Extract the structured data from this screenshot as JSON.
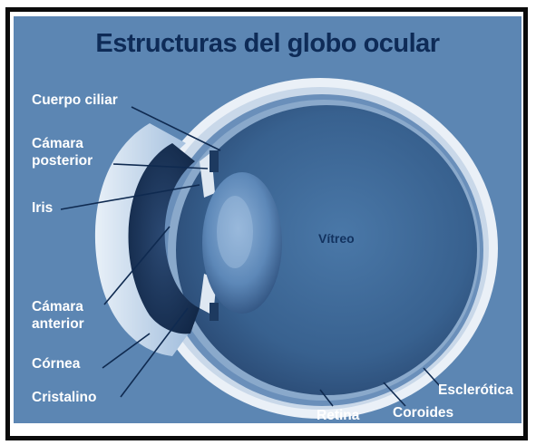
{
  "title": "Estructuras del globo ocular",
  "labels": {
    "cuerpo_ciliar": "Cuerpo ciliar",
    "camara_posterior_1": "Cámara",
    "camara_posterior_2": "posterior",
    "iris": "Iris",
    "camara_anterior_1": "Cámara",
    "camara_anterior_2": "anterior",
    "cornea": "Córnea",
    "cristalino": "Cristalino",
    "vitreo": "Vítreo",
    "esclerotica": "Esclerótica",
    "coroides": "Coroides",
    "retina": "Retina"
  },
  "colors": {
    "background": "#5c86b3",
    "title": "#0e2b57",
    "sclera": "#e9eef5",
    "vitreous": "#3f6898",
    "label_text": "#ffffff",
    "vitreo_text": "#12325f"
  }
}
